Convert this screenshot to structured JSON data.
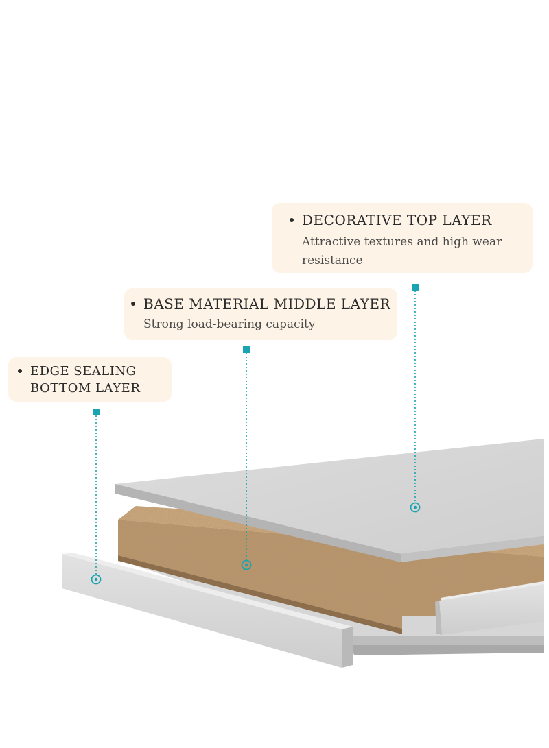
{
  "colors": {
    "accent": "#1aa3b0",
    "callout_background": "#fdf3e6",
    "panel_grey": "#d4d4d4",
    "core_brown": "#b8946a"
  },
  "callouts": {
    "top": {
      "title": "DECORATIVE TOP LAYER",
      "description": "Attractive textures and high wear resistance"
    },
    "middle": {
      "title": "BASE MATERIAL MIDDLE LAYER",
      "description": "Strong load-bearing capacity"
    },
    "bottom": {
      "title": "EDGE SEALING BOTTOM LAYER"
    }
  }
}
